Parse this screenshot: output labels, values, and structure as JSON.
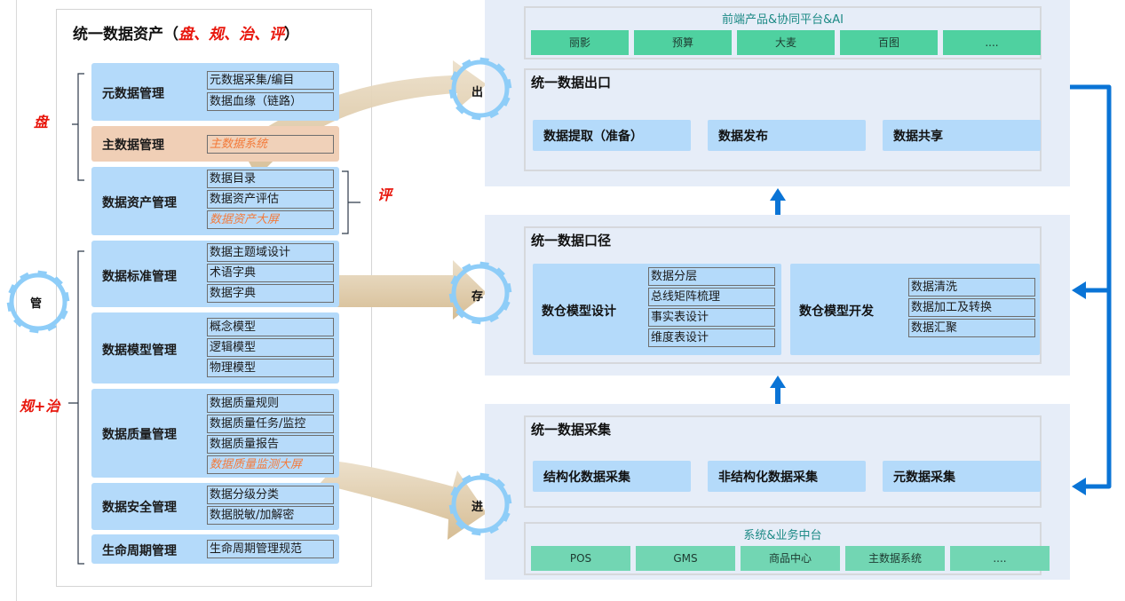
{
  "left": {
    "title_prefix": "统一数据资产（",
    "title_red": "盘、规、治、评",
    "title_suffix": "）",
    "side_labels": {
      "pan": "盘",
      "ping": "评",
      "gui_zhi": "规+治"
    },
    "gear_label": "管",
    "blocks": [
      {
        "label": "元数据管理",
        "style": "blue",
        "items": [
          {
            "text": "元数据采集/编目",
            "highlight": false
          },
          {
            "text": "数据血缘（链路）",
            "highlight": false
          }
        ]
      },
      {
        "label": "主数据管理",
        "style": "orange",
        "items": [
          {
            "text": "主数据系统",
            "highlight": true
          }
        ]
      },
      {
        "label": "数据资产管理",
        "style": "blue",
        "items": [
          {
            "text": "数据目录",
            "highlight": false
          },
          {
            "text": "数据资产评估",
            "highlight": false
          },
          {
            "text": "数据资产大屏",
            "highlight": true
          }
        ]
      },
      {
        "label": "数据标准管理",
        "style": "blue",
        "items": [
          {
            "text": "数据主题域设计",
            "highlight": false
          },
          {
            "text": "术语字典",
            "highlight": false
          },
          {
            "text": "数据字典",
            "highlight": false
          }
        ]
      },
      {
        "label": "数据模型管理",
        "style": "blue",
        "items": [
          {
            "text": "概念模型",
            "highlight": false
          },
          {
            "text": "逻辑模型",
            "highlight": false
          },
          {
            "text": "物理模型",
            "highlight": false
          }
        ]
      },
      {
        "label": "数据质量管理",
        "style": "blue",
        "items": [
          {
            "text": "数据质量规则",
            "highlight": false
          },
          {
            "text": "数据质量任务/监控",
            "highlight": false
          },
          {
            "text": "数据质量报告",
            "highlight": false
          },
          {
            "text": "数据质量监测大屏",
            "highlight": true
          }
        ]
      },
      {
        "label": "数据安全管理",
        "style": "blue",
        "items": [
          {
            "text": "数据分级分类",
            "highlight": false
          },
          {
            "text": "数据脱敏/加解密",
            "highlight": false
          }
        ]
      },
      {
        "label": "生命周期管理",
        "style": "blue",
        "items": [
          {
            "text": "生命周期管理规范",
            "highlight": false
          }
        ]
      }
    ]
  },
  "flows": {
    "out": "出",
    "store": "存",
    "in": "进"
  },
  "right": {
    "frontend": {
      "title": "前端产品&协同平台&AI",
      "items": [
        "丽影",
        "预算",
        "大麦",
        "百图",
        "...."
      ]
    },
    "output": {
      "title": "统一数据出口",
      "cards": [
        "数据提取（准备）",
        "数据发布",
        "数据共享"
      ]
    },
    "caliber": {
      "title": "统一数据口径",
      "design": {
        "label": "数仓模型设计",
        "items": [
          "数据分层",
          "总线矩阵梳理",
          "事实表设计",
          "维度表设计"
        ]
      },
      "develop": {
        "label": "数仓模型开发",
        "items": [
          "数据清洗",
          "数据加工及转换",
          "数据汇聚"
        ]
      }
    },
    "collect": {
      "title": "统一数据采集",
      "cards": [
        "结构化数据采集",
        "非结构化数据采集",
        "元数据采集"
      ]
    },
    "systems": {
      "title": "系统&业务中台",
      "items": [
        "POS",
        "GMS",
        "商品中心",
        "主数据系统",
        "...."
      ]
    }
  },
  "colors": {
    "accent_red": "#e8160c",
    "highlight_orange": "#f37a3a",
    "block_blue": "#b4dafa",
    "block_orange": "#f0cfb6",
    "panel_bg": "#e6edf8",
    "green_top": "#4fd1a0",
    "green_bottom": "#72d6b3",
    "arrow_blue": "#0a74d6",
    "flow_tan": "#d8c09a",
    "gear_blue": "#8ecdf8"
  }
}
